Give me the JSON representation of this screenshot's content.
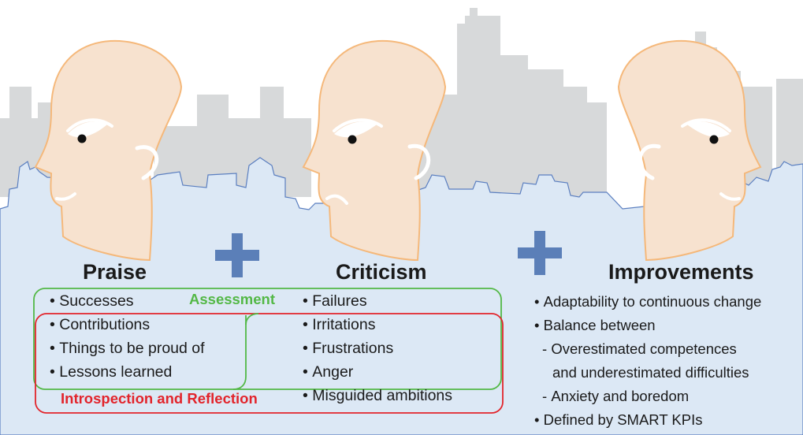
{
  "colors": {
    "skyline": "#d7d9da",
    "water": "#dce8f5",
    "water_outline": "#5b7fc0",
    "head_fill": "#f7e2cf",
    "head_outline": "#f5b87a",
    "plus": "#5b7fb8",
    "assessment": "#53b846",
    "introspection": "#e2242b"
  },
  "icons": [
    "head-left-icon",
    "head-middle-icon",
    "head-right-icon",
    "plus-icon"
  ],
  "praise": {
    "title": "Praise",
    "items": [
      "Successes",
      "Contributions",
      "Things to be proud of",
      "Lessons learned"
    ]
  },
  "criticism": {
    "title": "Criticism",
    "items": [
      "Failures",
      "Irritations",
      "Frustrations",
      "Anger",
      "Misguided ambitions"
    ]
  },
  "improvements": {
    "title": "Improvements",
    "items": [
      "Adaptability to continuous change",
      "Balance between",
      "Overestimated competences",
      "and underestimated difficulties",
      "Anxiety and boredom",
      "Defined by SMART KPIs"
    ]
  },
  "labels": {
    "assessment": "Assessment",
    "introspection": "Introspection and Reflection"
  }
}
